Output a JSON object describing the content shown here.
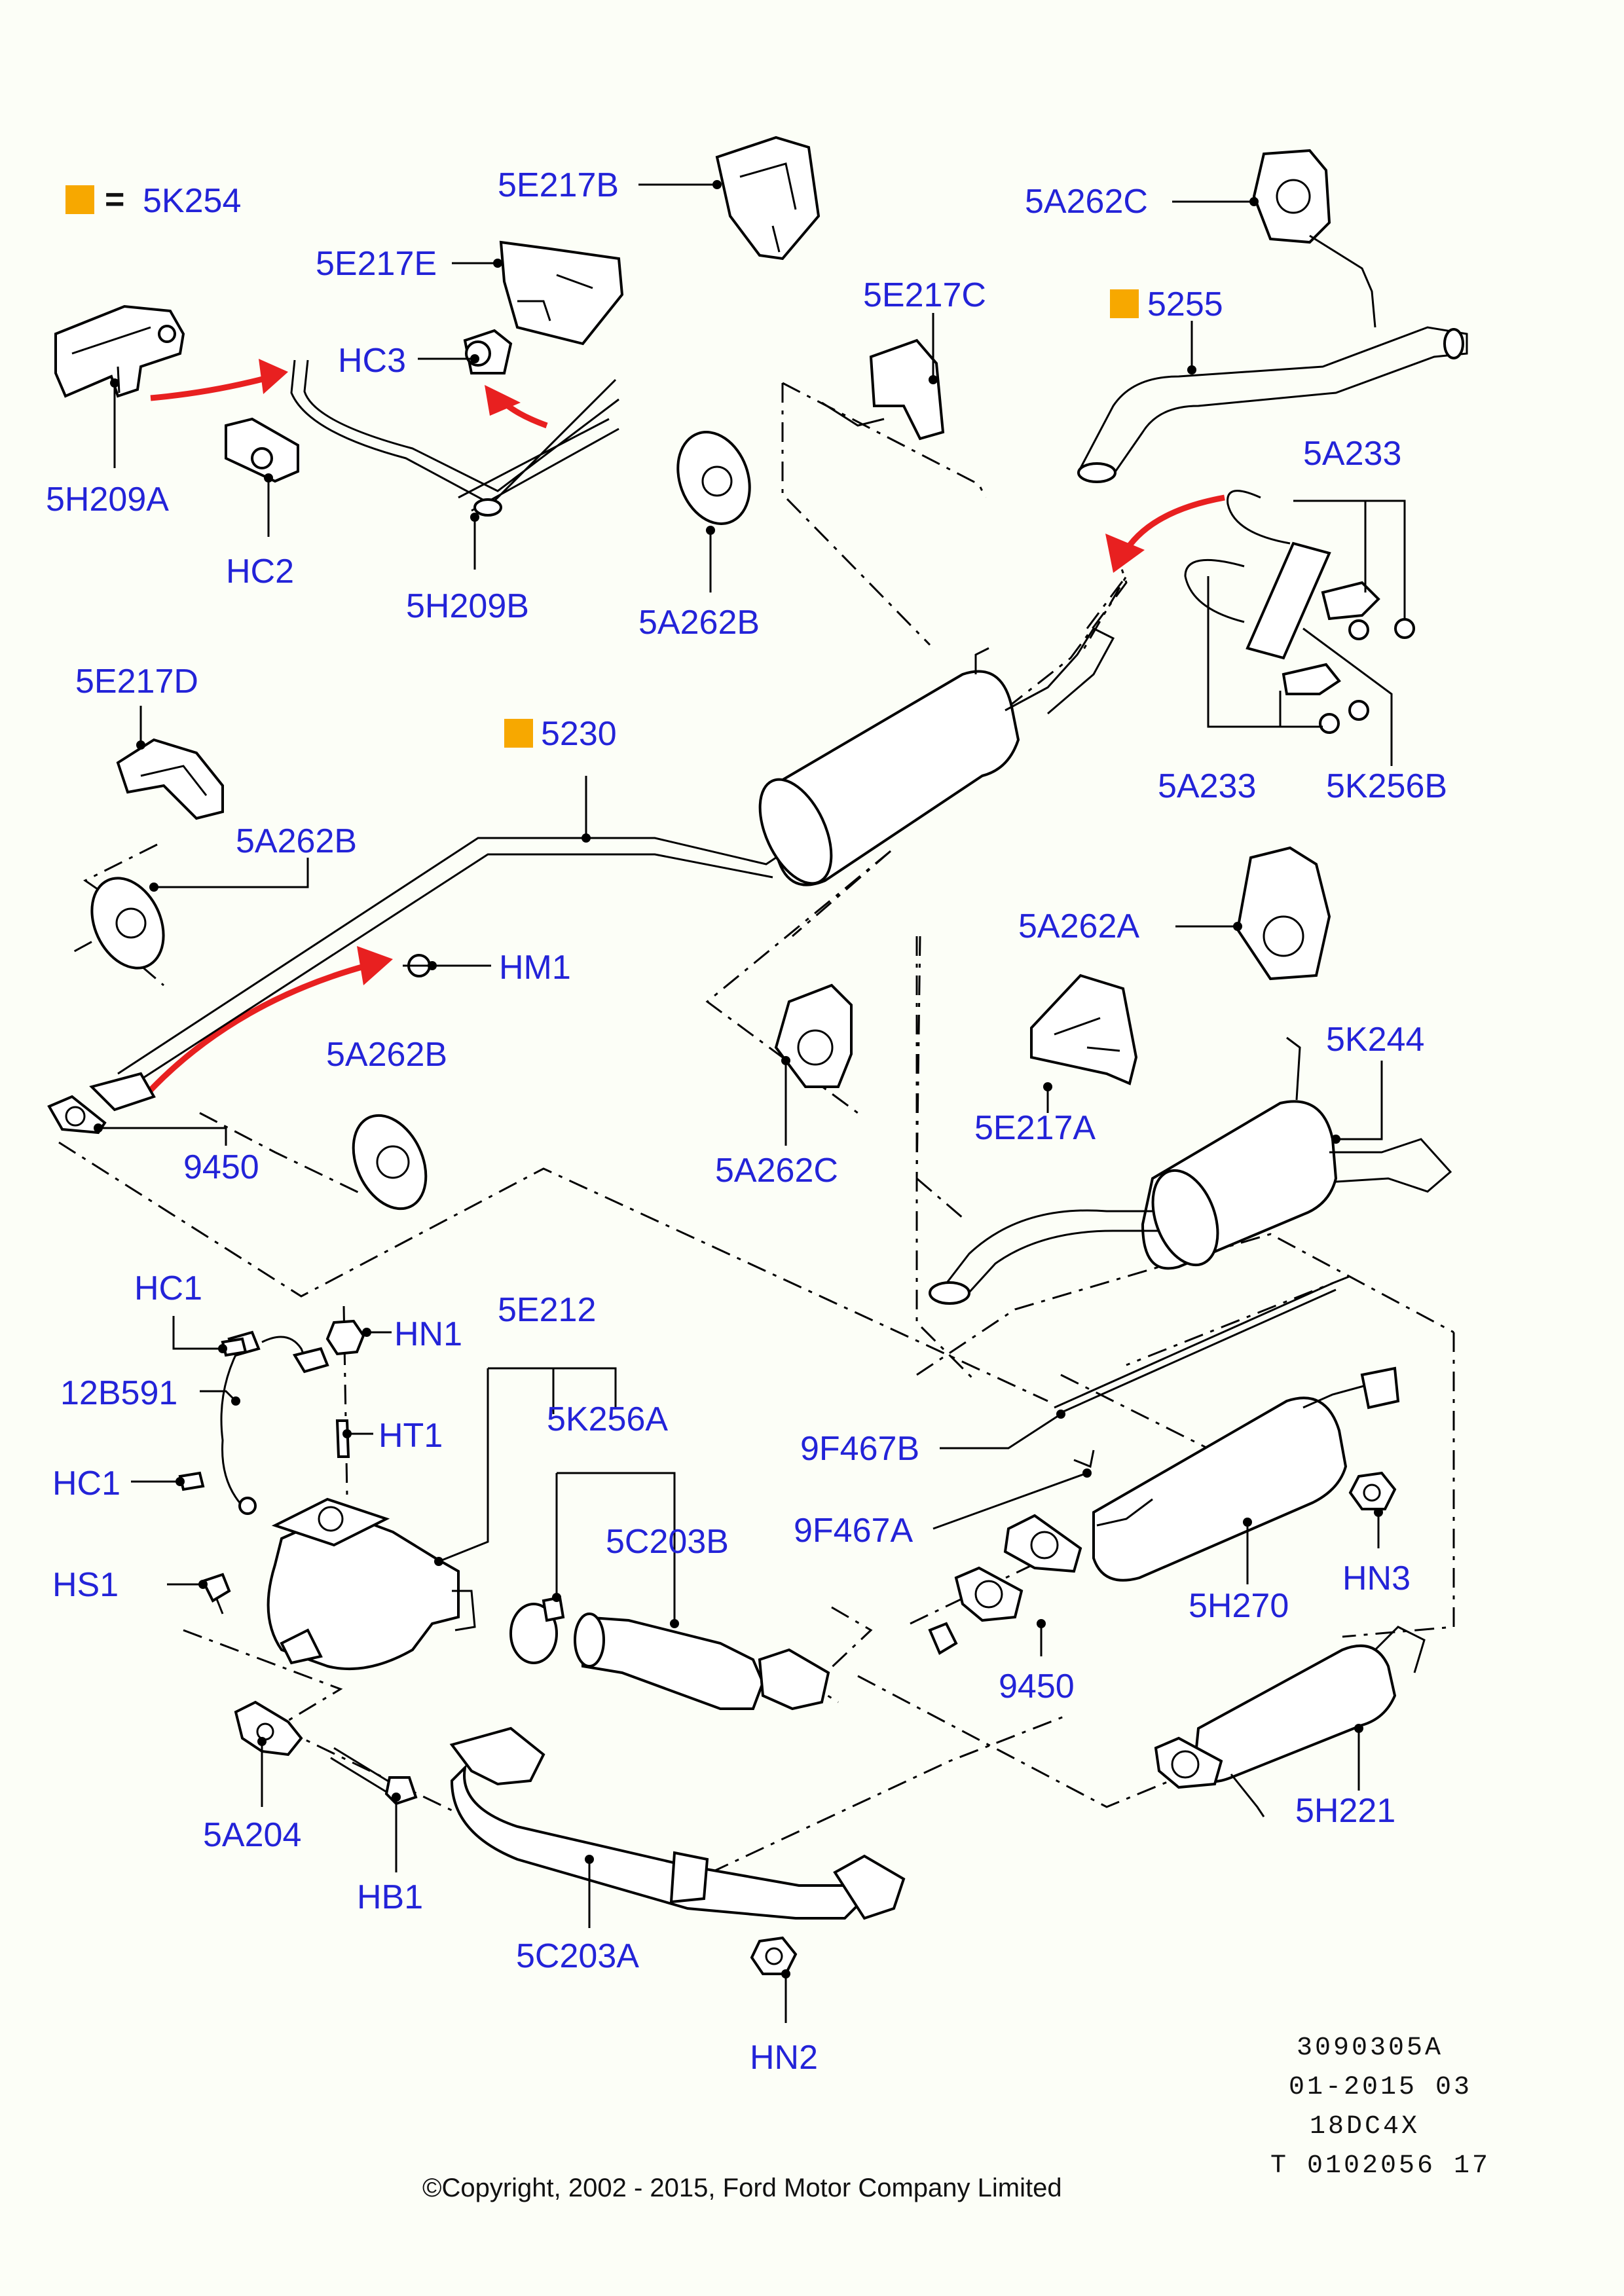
{
  "legend": {
    "swatch_color": "#f7a800",
    "equals": "=",
    "code": "5K254"
  },
  "accent_colors": {
    "label_text": "#2323d8",
    "arrow": "#e82020",
    "marker": "#f7a800"
  },
  "labels": {
    "l_5K254": "5K254",
    "l_5E217B": "5E217B",
    "l_5A262C_top": "5A262C",
    "l_5E217E": "5E217E",
    "l_5E217C": "5E217C",
    "l_5255": "5255",
    "l_HC3": "HC3",
    "l_5H209A": "5H209A",
    "l_HC2": "HC2",
    "l_5H209B": "5H209B",
    "l_5A262B_top": "5A262B",
    "l_5A233_top": "5A233",
    "l_5E217D": "5E217D",
    "l_5230": "5230",
    "l_5A262B_left": "5A262B",
    "l_HM1": "HM1",
    "l_5A233_bottom": "5A233",
    "l_5K256B": "5K256B",
    "l_5A262A": "5A262A",
    "l_5A262B_mid": "5A262B",
    "l_9450_left": "9450",
    "l_5E217A": "5E217A",
    "l_5K244": "5K244",
    "l_5A262C_mid": "5A262C",
    "l_HC1_top": "HC1",
    "l_HN1": "HN1",
    "l_5E212": "5E212",
    "l_12B591": "12B591",
    "l_HT1": "HT1",
    "l_5K256A": "5K256A",
    "l_9F467B": "9F467B",
    "l_HC1_bottom": "HC1",
    "l_9F467A": "9F467A",
    "l_5C203B": "5C203B",
    "l_HN3": "HN3",
    "l_HS1": "HS1",
    "l_5H270": "5H270",
    "l_9450_right": "9450",
    "l_5A204": "5A204",
    "l_HB1": "HB1",
    "l_5H221": "5H221",
    "l_5C203A": "5C203A",
    "l_HN2": "HN2"
  },
  "reference_block": {
    "line1": "3090305A",
    "line2": "01-2015 03",
    "line3": "18DC4X",
    "line4": "T 0102056 17"
  },
  "copyright": "©Copyright, 2002 - 2015, Ford Motor Company Limited"
}
